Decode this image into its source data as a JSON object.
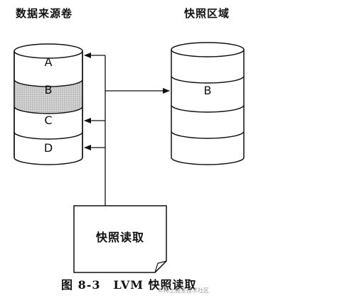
{
  "source_volume": {
    "title": "数据来源卷",
    "segments": [
      "A",
      "B",
      "C",
      "D"
    ]
  },
  "snapshot_area": {
    "title": "快照区域",
    "segments": [
      "B"
    ]
  },
  "read_box": {
    "label": "快照读取"
  },
  "caption": {
    "figure_number": "图 8-3",
    "title": "LVM 快照读取"
  },
  "watermark": "©稀土掘金技术社区",
  "colors": {
    "line": "#111111",
    "shaded_segment": "#bdbdbd"
  }
}
